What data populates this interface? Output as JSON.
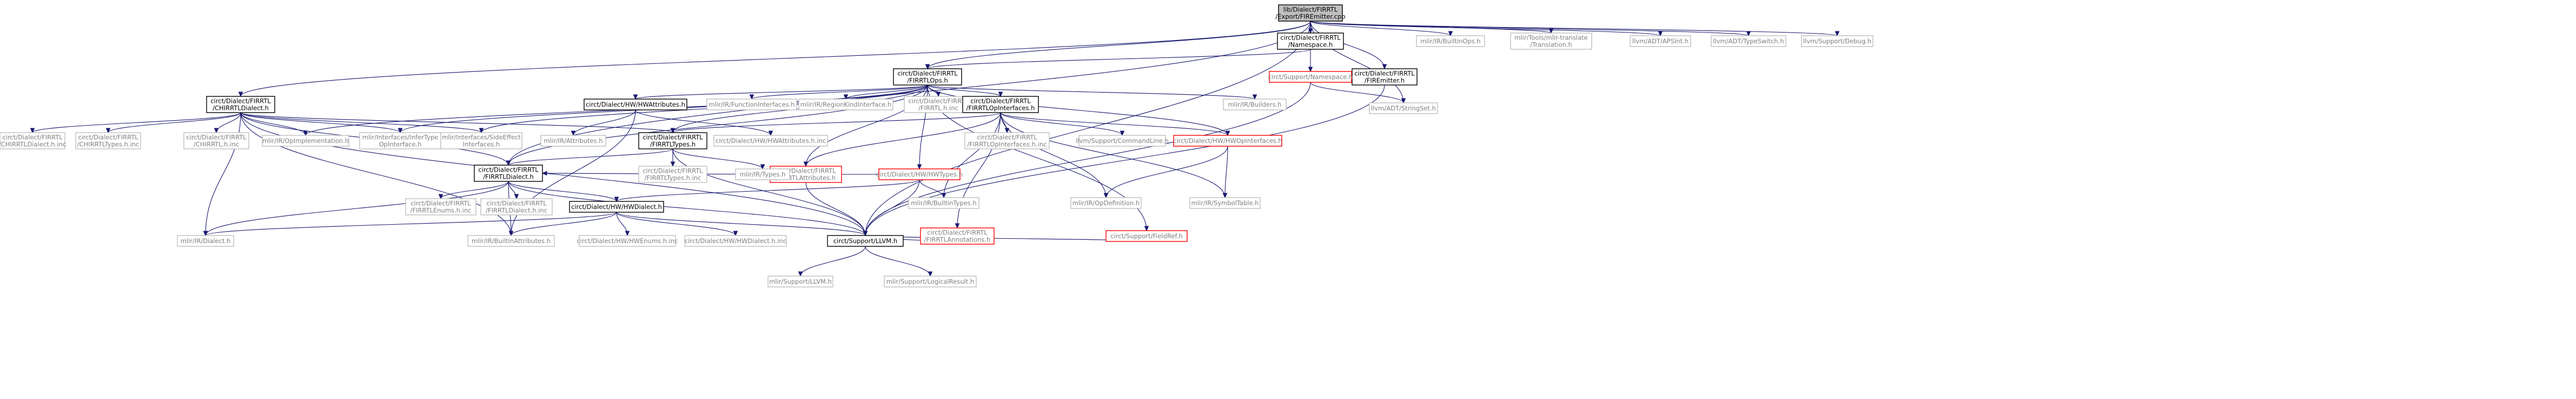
{
  "graph": {
    "colors": {
      "edge": "#191970",
      "border_default": "#000000",
      "border_missing": "#bfbfbf",
      "border_truncated": "#ff0000",
      "fill_root": "#bfbfbf",
      "fill_default": "#ffffff",
      "text_default": "#000000",
      "text_missing": "#7f7f7f"
    },
    "nodes": [
      {
        "id": "root",
        "lines": [
          "lib/Dialect/FIRRTL",
          "/Export/FIREmitter.cpp"
        ],
        "kind": "root"
      },
      {
        "id": "chirrtl",
        "lines": [
          "circt/Dialect/FIRRTL",
          "/CHIRRTLDialect.h"
        ],
        "kind": "normal"
      },
      {
        "id": "firrtlops",
        "lines": [
          "circt/Dialect/FIRRTL",
          "/FIRRTLOps.h"
        ],
        "kind": "normal"
      },
      {
        "id": "namespace",
        "lines": [
          "circt/Dialect/FIRRTL",
          "/Namespace.h"
        ],
        "kind": "normal"
      },
      {
        "id": "builtinops",
        "lines": [
          "mlir/IR/BuiltinOps.h"
        ],
        "kind": "missing"
      },
      {
        "id": "mlirtranslate",
        "lines": [
          "mlir/Tools/mlir-translate",
          "/Translation.h"
        ],
        "kind": "missing"
      },
      {
        "id": "apsint",
        "lines": [
          "llvm/ADT/APSInt.h"
        ],
        "kind": "missing"
      },
      {
        "id": "typeswitch",
        "lines": [
          "llvm/ADT/TypeSwitch.h"
        ],
        "kind": "missing"
      },
      {
        "id": "debug",
        "lines": [
          "llvm/Support/Debug.h"
        ],
        "kind": "missing"
      },
      {
        "id": "fireemitter",
        "lines": [
          "circt/Dialect/FIRRTL",
          "/FIREmitter.h"
        ],
        "kind": "normal"
      },
      {
        "id": "supportns",
        "lines": [
          "circt/Support/Namespace.h"
        ],
        "kind": "truncated"
      },
      {
        "id": "stringset",
        "lines": [
          "llvm/ADT/StringSet.h"
        ],
        "kind": "missing"
      },
      {
        "id": "chirrtlinc",
        "lines": [
          "circt/Dialect/FIRRTL",
          "/CHIRRTLDialect.h.inc"
        ],
        "kind": "missing"
      },
      {
        "id": "chirrtltypesinc",
        "lines": [
          "circt/Dialect/FIRRTL",
          "/CHIRRTLTypes.h.inc"
        ],
        "kind": "missing"
      },
      {
        "id": "chirrtlhinc",
        "lines": [
          "circt/Dialect/FIRRTL",
          "/CHIRRTL.h.inc"
        ],
        "kind": "missing"
      },
      {
        "id": "opimpl",
        "lines": [
          "mlir/IR/OpImplementation.h"
        ],
        "kind": "missing"
      },
      {
        "id": "infertype",
        "lines": [
          "mlir/Interfaces/InferType",
          "OpInterface.h"
        ],
        "kind": "missing"
      },
      {
        "id": "sideeffect",
        "lines": [
          "mlir/Interfaces/SideEffect",
          "Interfaces.h"
        ],
        "kind": "missing"
      },
      {
        "id": "hwattrs",
        "lines": [
          "circt/Dialect/HW/HWAttributes.h"
        ],
        "kind": "normal"
      },
      {
        "id": "funcif",
        "lines": [
          "mlir/IR/FunctionInterfaces.h"
        ],
        "kind": "missing"
      },
      {
        "id": "regionkind",
        "lines": [
          "mlir/IR/RegionKindInterface.h"
        ],
        "kind": "missing"
      },
      {
        "id": "firrtlhinc",
        "lines": [
          "circt/Dialect/FIRRTL",
          "/FIRRTL.h.inc"
        ],
        "kind": "missing"
      },
      {
        "id": "opinterfaces",
        "lines": [
          "circt/Dialect/FIRRTL",
          "/FIRRTLOpInterfaces.h"
        ],
        "kind": "normal"
      },
      {
        "id": "builders",
        "lines": [
          "mlir/IR/Builders.h"
        ],
        "kind": "missing"
      },
      {
        "id": "irattrs",
        "lines": [
          "mlir/IR/Attributes.h"
        ],
        "kind": "missing"
      },
      {
        "id": "firrtltypes",
        "lines": [
          "circt/Dialect/FIRRTL",
          "/FIRRTLTypes.h"
        ],
        "kind": "normal"
      },
      {
        "id": "hwattrsinc",
        "lines": [
          "circt/Dialect/HW/HWAttributes.h.inc"
        ],
        "kind": "missing"
      },
      {
        "id": "firrtlattrs",
        "lines": [
          "circt/Dialect/FIRRTL",
          "/FIRRTLAttributes.h"
        ],
        "kind": "truncated"
      },
      {
        "id": "hwtypes",
        "lines": [
          "circt/Dialect/HW/HWTypes.h"
        ],
        "kind": "truncated"
      },
      {
        "id": "opinterfacesinc",
        "lines": [
          "circt/Dialect/FIRRTL",
          "/FIRRTLOpInterfaces.h.inc"
        ],
        "kind": "missing"
      },
      {
        "id": "commandline",
        "lines": [
          "llvm/Support/CommandLine.h"
        ],
        "kind": "missing"
      },
      {
        "id": "hwopinterfaces",
        "lines": [
          "circt/Dialect/HW/HWOpInterfaces.h"
        ],
        "kind": "truncated"
      },
      {
        "id": "firrtldialect",
        "lines": [
          "circt/Dialect/FIRRTL",
          "/FIRRTLDialect.h"
        ],
        "kind": "normal"
      },
      {
        "id": "firrtltypesinc",
        "lines": [
          "circt/Dialect/FIRRTL",
          "/FIRRTLTypes.h.inc"
        ],
        "kind": "missing"
      },
      {
        "id": "irtypes",
        "lines": [
          "mlir/IR/Types.h"
        ],
        "kind": "missing"
      },
      {
        "id": "builtintypes",
        "lines": [
          "mlir/IR/BuiltinTypes.h"
        ],
        "kind": "missing"
      },
      {
        "id": "opdef",
        "lines": [
          "mlir/IR/OpDefinition.h"
        ],
        "kind": "missing"
      },
      {
        "id": "symboltable",
        "lines": [
          "mlir/IR/SymbolTable.h"
        ],
        "kind": "missing"
      },
      {
        "id": "enumsinc",
        "lines": [
          "circt/Dialect/FIRRTL",
          "/FIRRTLEnums.h.inc"
        ],
        "kind": "missing"
      },
      {
        "id": "firrtldialectinc",
        "lines": [
          "circt/Dialect/FIRRTL",
          "/FIRRTLDialect.h.inc"
        ],
        "kind": "missing"
      },
      {
        "id": "hwdialect",
        "lines": [
          "circt/Dialect/HW/HWDialect.h"
        ],
        "kind": "normal"
      },
      {
        "id": "annotations",
        "lines": [
          "circt/Dialect/FIRRTL",
          "/FIRRTLAnnotations.h"
        ],
        "kind": "truncated"
      },
      {
        "id": "fieldref",
        "lines": [
          "circt/Support/FieldRef.h"
        ],
        "kind": "truncated"
      },
      {
        "id": "irdialect",
        "lines": [
          "mlir/IR/Dialect.h"
        ],
        "kind": "missing"
      },
      {
        "id": "builtinattrs",
        "lines": [
          "mlir/IR/BuiltinAttributes.h"
        ],
        "kind": "missing"
      },
      {
        "id": "hwenumsinc",
        "lines": [
          "circt/Dialect/HW/HWEnums.h.inc"
        ],
        "kind": "missing"
      },
      {
        "id": "hwdialectinc",
        "lines": [
          "circt/Dialect/HW/HWDialect.h.inc"
        ],
        "kind": "missing"
      },
      {
        "id": "circtllvm",
        "lines": [
          "circt/Support/LLVM.h"
        ],
        "kind": "normal"
      },
      {
        "id": "mlirllvm",
        "lines": [
          "mlir/Support/LLVM.h"
        ],
        "kind": "missing"
      },
      {
        "id": "logicalresult",
        "lines": [
          "mlir/Support/LogicalResult.h"
        ],
        "kind": "missing"
      }
    ],
    "edges": [
      [
        "root",
        "chirrtl"
      ],
      [
        "root",
        "firrtlops"
      ],
      [
        "root",
        "namespace"
      ],
      [
        "root",
        "builtinops"
      ],
      [
        "root",
        "mlirtranslate"
      ],
      [
        "root",
        "apsint"
      ],
      [
        "root",
        "typeswitch"
      ],
      [
        "root",
        "debug"
      ],
      [
        "root",
        "fireemitter"
      ],
      [
        "root",
        "firrtldialect"
      ],
      [
        "root",
        "stringset"
      ],
      [
        "root",
        "circtllvm"
      ],
      [
        "chirrtl",
        "chirrtlinc"
      ],
      [
        "chirrtl",
        "chirrtltypesinc"
      ],
      [
        "chirrtl",
        "chirrtlhinc"
      ],
      [
        "chirrtl",
        "opimpl"
      ],
      [
        "chirrtl",
        "infertype"
      ],
      [
        "chirrtl",
        "sideeffect"
      ],
      [
        "chirrtl",
        "firrtldialect"
      ],
      [
        "chirrtl",
        "firrtltypes"
      ],
      [
        "chirrtl",
        "irdialect"
      ],
      [
        "chirrtl",
        "builtinattrs"
      ],
      [
        "chirrtl",
        "circtllvm"
      ],
      [
        "namespace",
        "firrtlops"
      ],
      [
        "namespace",
        "supportns"
      ],
      [
        "firrtlops",
        "hwattrs"
      ],
      [
        "firrtlops",
        "funcif"
      ],
      [
        "firrtlops",
        "regionkind"
      ],
      [
        "firrtlops",
        "firrtlhinc"
      ],
      [
        "firrtlops",
        "opinterfaces"
      ],
      [
        "firrtlops",
        "builders"
      ],
      [
        "firrtlops",
        "opimpl"
      ],
      [
        "firrtlops",
        "infertype"
      ],
      [
        "firrtlops",
        "sideeffect"
      ],
      [
        "firrtlops",
        "firrtldialect"
      ],
      [
        "firrtlops",
        "firrtlattrs"
      ],
      [
        "firrtlops",
        "hwtypes"
      ],
      [
        "firrtlops",
        "hwopinterfaces"
      ],
      [
        "firrtlops",
        "firrtltypes"
      ],
      [
        "firrtlops",
        "fieldref"
      ],
      [
        "fireemitter",
        "circtllvm"
      ],
      [
        "supportns",
        "stringset"
      ],
      [
        "supportns",
        "circtllvm"
      ],
      [
        "hwattrs",
        "irattrs"
      ],
      [
        "hwattrs",
        "builtinattrs"
      ],
      [
        "hwattrs",
        "hwattrsinc"
      ],
      [
        "opinterfaces",
        "opinterfacesinc"
      ],
      [
        "opinterfaces",
        "commandline"
      ],
      [
        "opinterfaces",
        "hwopinterfaces"
      ],
      [
        "opinterfaces",
        "builtintypes"
      ],
      [
        "opinterfaces",
        "opdef"
      ],
      [
        "opinterfaces",
        "symboltable"
      ],
      [
        "opinterfaces",
        "firrtltypes"
      ],
      [
        "opinterfaces",
        "firrtlattrs"
      ],
      [
        "opinterfaces",
        "annotations"
      ],
      [
        "firrtltypes",
        "firrtldialect"
      ],
      [
        "firrtltypes",
        "firrtltypesinc"
      ],
      [
        "firrtltypes",
        "irtypes"
      ],
      [
        "firrtltypes",
        "circtllvm"
      ],
      [
        "firrtlattrs",
        "firrtldialect"
      ],
      [
        "firrtlattrs",
        "circtllvm"
      ],
      [
        "hwtypes",
        "irtypes"
      ],
      [
        "hwtypes",
        "builtintypes"
      ],
      [
        "hwtypes",
        "hwdialect"
      ],
      [
        "hwtypes",
        "circtllvm"
      ],
      [
        "hwopinterfaces",
        "opdef"
      ],
      [
        "hwopinterfaces",
        "symboltable"
      ],
      [
        "firrtldialect",
        "enumsinc"
      ],
      [
        "firrtldialect",
        "firrtldialectinc"
      ],
      [
        "firrtldialect",
        "hwdialect"
      ],
      [
        "firrtldialect",
        "irdialect"
      ],
      [
        "firrtldialect",
        "builtinattrs"
      ],
      [
        "firrtldialect",
        "circtllvm"
      ],
      [
        "hwdialect",
        "irdialect"
      ],
      [
        "hwdialect",
        "builtinattrs"
      ],
      [
        "hwdialect",
        "hwenumsinc"
      ],
      [
        "hwdialect",
        "hwdialectinc"
      ],
      [
        "hwdialect",
        "circtllvm"
      ],
      [
        "annotations",
        "circtllvm"
      ],
      [
        "fieldref",
        "circtllvm"
      ],
      [
        "circtllvm",
        "mlirllvm"
      ],
      [
        "circtllvm",
        "logicalresult"
      ]
    ]
  }
}
